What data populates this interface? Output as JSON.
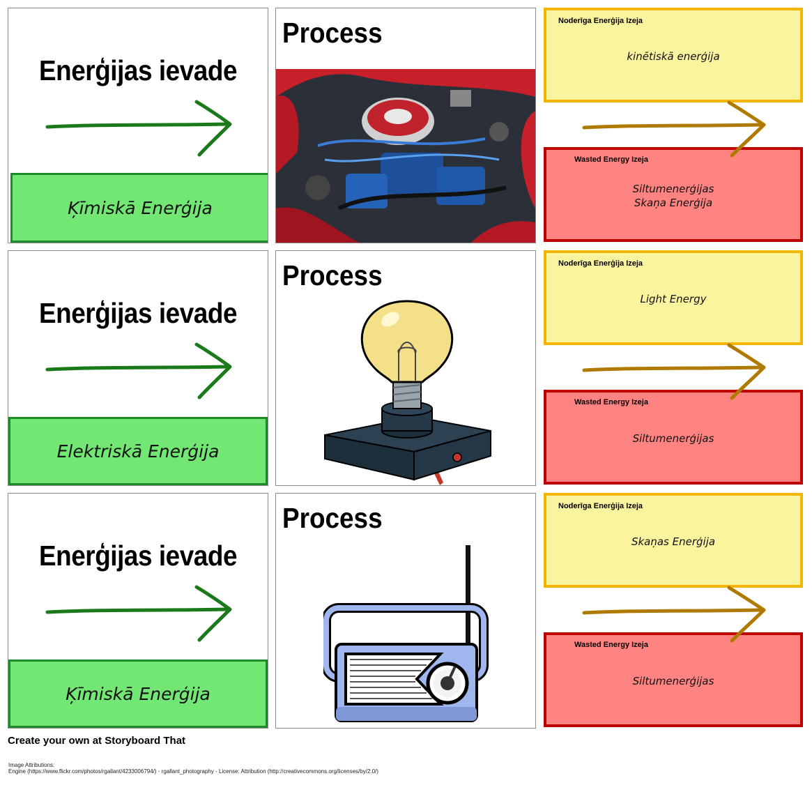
{
  "rows": [
    {
      "input_title": "Enerģijas ievade",
      "input_energy": "Ķīmiskā Enerģija",
      "process_title": "Process",
      "process_image": "car-engine",
      "useful_label": "Noderīga Enerģija Izeja",
      "useful_text": "kinētiskā enerģija",
      "wasted_label": "Wasted Energy Izeja",
      "wasted_lines": [
        "Siltumenerģijas",
        "Skaņa Enerģija"
      ]
    },
    {
      "input_title": "Enerģijas ievade",
      "input_energy": "Elektriskā Enerģija",
      "process_title": "Process",
      "process_image": "light-bulb",
      "useful_label": "Noderīga Enerģija Izeja",
      "useful_text": "Light Energy",
      "wasted_label": "Wasted Energy Izeja",
      "wasted_lines": [
        "Siltumenerģijas"
      ]
    },
    {
      "input_title": "Enerģijas ievade",
      "input_energy": "Ķīmiskā Enerģija",
      "process_title": "Process",
      "process_image": "radio",
      "useful_label": "Noderīga Enerģija Izeja",
      "useful_text": "Skaņas Enerģija",
      "wasted_label": "Wasted Energy Izeja",
      "wasted_lines": [
        "Siltumenerģijas"
      ]
    }
  ],
  "footer": {
    "text": "Create your own at Storyboard That",
    "attribution_heading": "Image Attributions:",
    "attribution_line": "Engine (https://www.flickr.com/photos/rgallant/4233006794/) - rgallant_photography - License: Attribution (http://creativecommons.org/licenses/by/2.0/)"
  },
  "colors": {
    "green_fill": "#72e774",
    "green_border": "#1e8a2a",
    "green_arrow": "#1a7a1a",
    "yellow_fill": "#fbf49e",
    "yellow_border": "#f4b400",
    "red_fill": "#ff8380",
    "red_border": "#c00000",
    "brown_arrow": "#b07a00"
  }
}
